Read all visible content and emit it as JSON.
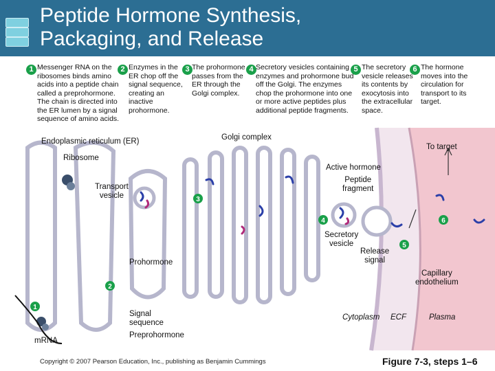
{
  "title": "Peptide Hormone Synthesis,\nPackaging, and Release",
  "steps": [
    {
      "num": "1",
      "text": "Messenger RNA on the ribosomes binds amino acids into a peptide chain called a preprohormone. The chain is directed into the ER lumen by a signal sequence of amino acids."
    },
    {
      "num": "2",
      "text": "Enzymes in the ER chop off the signal sequence, creating an inactive prohormone."
    },
    {
      "num": "3",
      "text": "The prohormone passes from the ER through the Golgi complex."
    },
    {
      "num": "4",
      "text": "Secretory vesicles containing enzymes and prohormone bud off the Golgi. The enzymes chop the prohormone into one or more active peptides plus additional peptide fragments."
    },
    {
      "num": "5",
      "text": "The secretory vesicle releases its contents by exocytosis into the extracellular space."
    },
    {
      "num": "6",
      "text": "The hormone moves into the circulation for transport to its target."
    }
  ],
  "labels": {
    "er": "Endoplasmic reticulum (ER)",
    "golgi": "Golgi complex",
    "ribosome": "Ribosome",
    "transport_vesicle": "Transport\nvesicle",
    "prohormone": "Prohormone",
    "mrna": "mRNA",
    "signal_sequence": "Signal\nsequence",
    "preprohormone": "Preprohormone",
    "active_hormone": "Active hormone",
    "peptide_fragment": "Peptide\nfragment",
    "secretory_vesicle": "Secretory\nvesicle",
    "release_signal": "Release\nsignal",
    "to_target": "To target",
    "capillary": "Capillary\nendothelium",
    "cytoplasm": "Cytoplasm",
    "ecf": "ECF",
    "plasma": "Plasma"
  },
  "copyright": "Copyright © 2007 Pearson Education, Inc., publishing as Benjamin Cummings",
  "figure": "Figure 7-3, steps 1–6",
  "colors": {
    "header": "#2c6e93",
    "badge": "#1aa04a",
    "membrane": "#b8b8d0",
    "ecf": "#f2e6ee",
    "capillary": "#f2c6cf"
  }
}
